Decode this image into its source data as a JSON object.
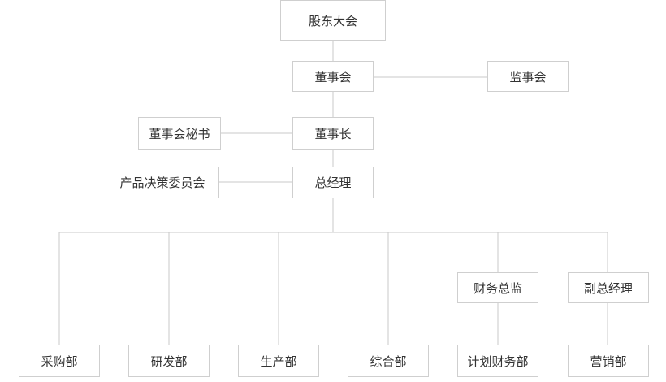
{
  "org": {
    "shareholders": "股东大会",
    "board": "董事会",
    "supervisory_board": "监事会",
    "chairman": "董事长",
    "board_secretary": "董事会秘书",
    "general_manager": "总经理",
    "product_committee": "产品决策委员会",
    "finance_director": "财务总监",
    "deputy_gm": "副总经理",
    "departments": {
      "purchasing": "采购部",
      "rnd": "研发部",
      "production": "生产部",
      "general_affairs": "综合部",
      "planning_finance": "计划财务部",
      "marketing": "营销部"
    }
  }
}
